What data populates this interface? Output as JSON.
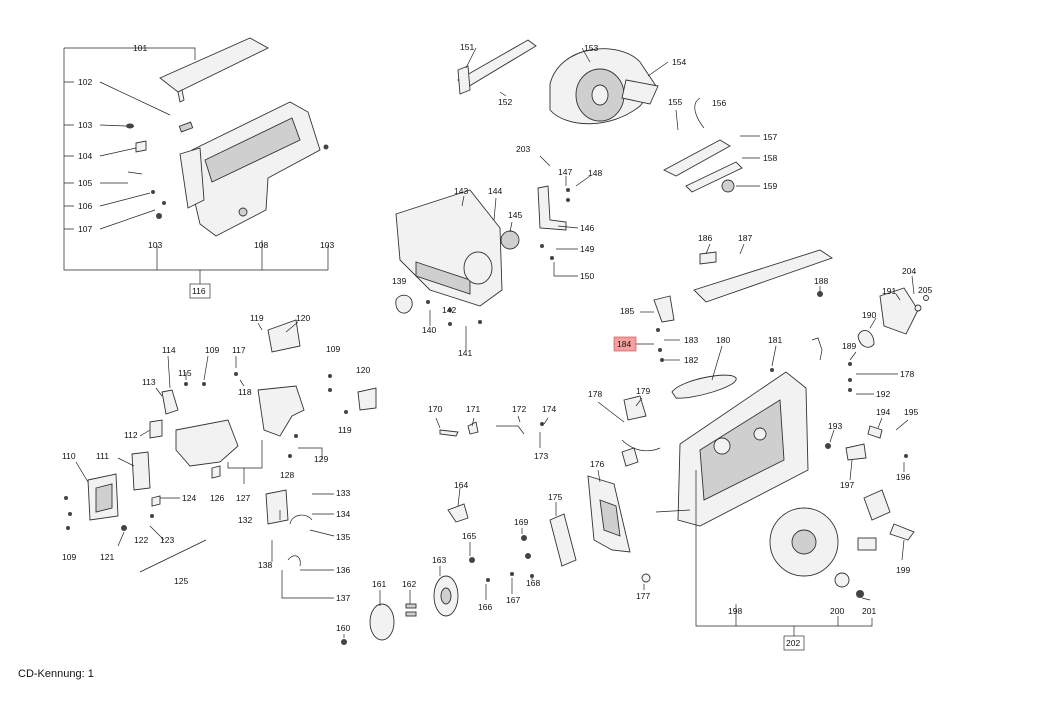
{
  "footer": {
    "cd_kennung": "CD-Kennung: 1"
  },
  "highlight": {
    "part": "184",
    "color": "#f4a0a0"
  },
  "parts": [
    "101",
    "102",
    "103",
    "104",
    "105",
    "106",
    "107",
    "103",
    "108",
    "103",
    "116",
    "151",
    "152",
    "153",
    "154",
    "155",
    "156",
    "157",
    "158",
    "159",
    "203",
    "147",
    "148",
    "143",
    "144",
    "145",
    "146",
    "149",
    "150",
    "139",
    "140",
    "142",
    "141",
    "186",
    "187",
    "188",
    "185",
    "183",
    "184",
    "182",
    "204",
    "205",
    "191",
    "190",
    "189",
    "178",
    "192",
    "119",
    "120",
    "114",
    "109",
    "115",
    "117",
    "118",
    "109",
    "120",
    "113",
    "112",
    "110",
    "111",
    "119",
    "129",
    "128",
    "126",
    "127",
    "124",
    "121",
    "122",
    "123",
    "109",
    "125",
    "133",
    "132",
    "134",
    "135",
    "138",
    "136",
    "137",
    "181",
    "180",
    "179",
    "178",
    "193",
    "194",
    "195",
    "196",
    "197",
    "170",
    "171",
    "172",
    "174",
    "173",
    "176",
    "164",
    "175",
    "165",
    "169",
    "163",
    "161",
    "162",
    "166",
    "167",
    "168",
    "177",
    "160",
    "198",
    "199",
    "200",
    "201",
    "202"
  ]
}
